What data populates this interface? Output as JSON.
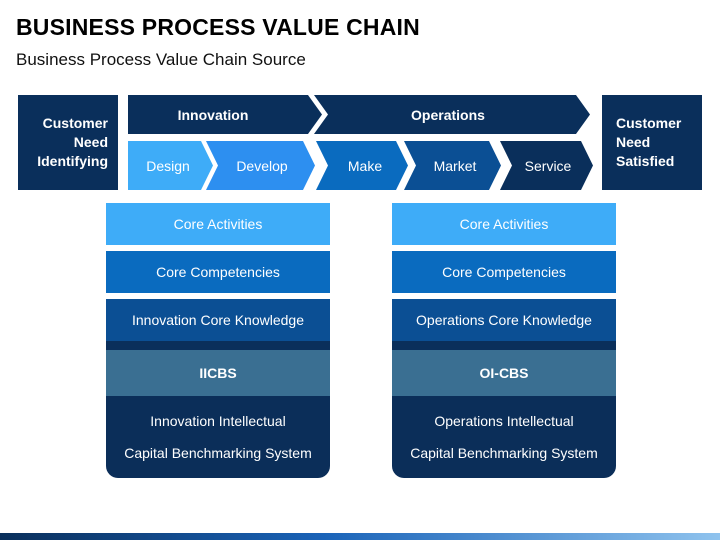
{
  "header": {
    "title": "BUSINESS PROCESS VALUE CHAIN",
    "subtitle": "Business Process Value Chain Source"
  },
  "left_box": {
    "label": "Customer\nNeed\nIdentifying"
  },
  "right_box": {
    "label": "Customer\nNeed\nSatisfied"
  },
  "phases": [
    {
      "label": "Innovation"
    },
    {
      "label": "Operations"
    }
  ],
  "steps": [
    {
      "label": "Design"
    },
    {
      "label": "Develop"
    },
    {
      "label": "Make"
    },
    {
      "label": "Market"
    },
    {
      "label": "Service"
    }
  ],
  "columns": [
    {
      "core_activities": "Core Activities",
      "core_competencies": "Core Competencies",
      "core_knowledge": "Innovation Core Knowledge",
      "abbreviation": "IICBS",
      "system": "Innovation Intellectual\nCapital Benchmarking System"
    },
    {
      "core_activities": "Core Activities",
      "core_competencies": "Core Competencies",
      "core_knowledge": "Operations Core Knowledge",
      "abbreviation": "OI-CBS",
      "system": "Operations Intellectual\nCapital Benchmarking System"
    }
  ],
  "colors": {
    "navy": "#0a2f5b",
    "light_blue": "#3eacf8",
    "bright_blue": "#2d8ff0",
    "mid_blue": "#0a6bbf",
    "dark_blue": "#0b4f94",
    "slate": "#3a6f92"
  }
}
